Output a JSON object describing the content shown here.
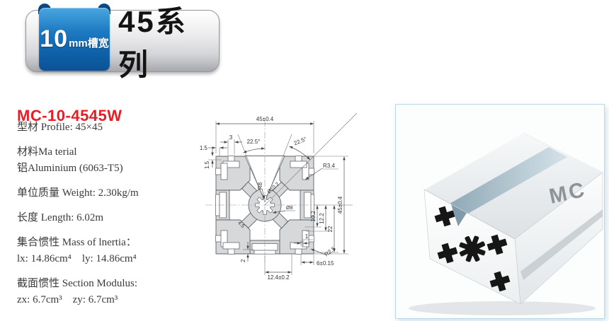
{
  "header": {
    "slot_badge": {
      "number": "10",
      "unit_label": "mm槽宽"
    },
    "series_title": "45系列"
  },
  "product": {
    "model": "MC-10-4545W",
    "specs": [
      "型材 Profile: 45×45",
      "材料Ma terial",
      "铝Aluminium (6063-T5)",
      "单位质量 Weight: 2.30kg/m",
      "长度 Length: 6.02m",
      "集合惯性 Mass of lnertia：",
      "lx: 14.86cm⁴　ly: 14.86cm⁴",
      "截面惯性 Section Modulus:",
      "zx: 6.7cm³　zy: 6.7cm³"
    ]
  },
  "drawing": {
    "dim_width_top": "45±0.4",
    "dim_wall_h": "1.5",
    "dim_slot_notch": "3",
    "dim_wall_v": "1.5",
    "angle_left": "22.5°",
    "angle_right": "22.5°",
    "radius_groove": "R8",
    "radius_corner": "R3.4",
    "dia_bore": "Ø10.2",
    "dia_center": "Ø8",
    "rib_thickness": "4.5",
    "dim_right_a": "10.2",
    "dim_right_b": "12.2",
    "dim_right_c": "22",
    "dim_height_right": "45±0.4",
    "dim_bottom_wall": "2",
    "dim_bottom_slot": "12.4±0.2",
    "dim_bottom_edge": "6±0.15",
    "dim_bottom_lip": "1",
    "radius_slot": "R2.5"
  },
  "photo": {
    "brand": "MC"
  },
  "colors": {
    "accent_red": "#ec1c24",
    "ribbon_blue": "#1d7ac2",
    "profile_gray": "#d6d8da"
  }
}
